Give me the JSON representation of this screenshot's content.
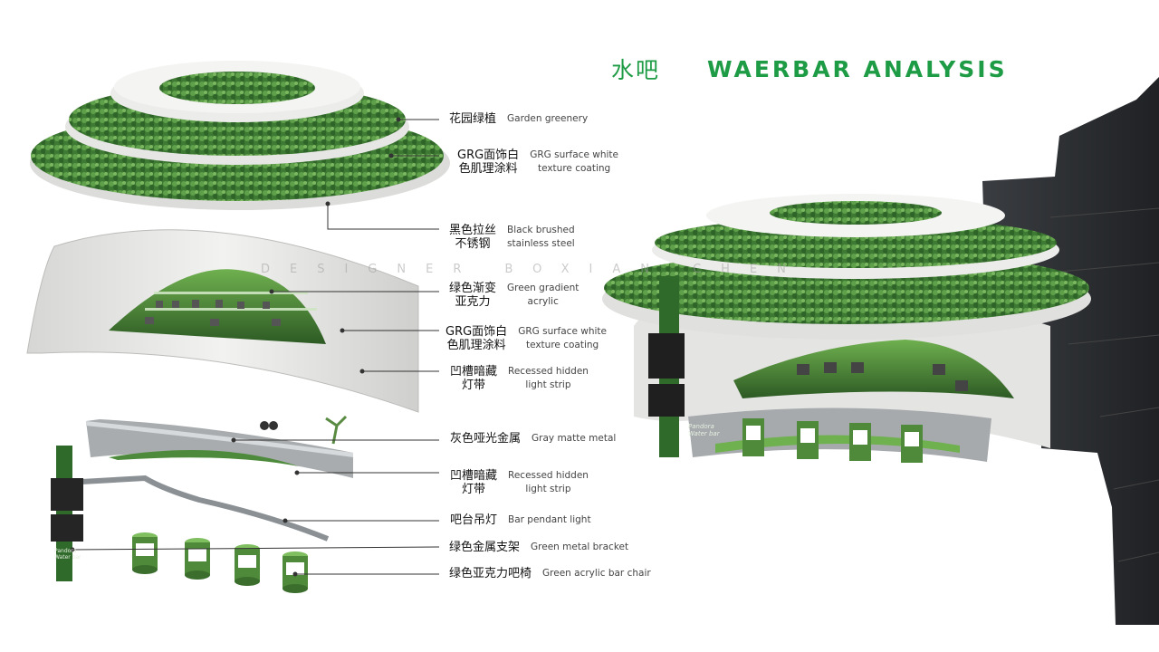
{
  "header": {
    "title_cn": "水吧",
    "title_en": "WAERBAR ANALYSIS"
  },
  "watermark": "DESIGNER BOXIAN CHEN",
  "labels": [
    {
      "cn": [
        "花园绿植"
      ],
      "en": [
        "Garden greenery"
      ]
    },
    {
      "cn": [
        "GRG面饰白",
        "色肌理涂料"
      ],
      "en": [
        "GRG surface white",
        "texture coating"
      ]
    },
    {
      "cn": [
        "黑色拉丝",
        "不锈钢"
      ],
      "en": [
        "Black brushed",
        "stainless steel"
      ]
    },
    {
      "cn": [
        "绿色渐变",
        "亚克力"
      ],
      "en": [
        "Green gradient",
        "acrylic"
      ]
    },
    {
      "cn": [
        "GRG面饰白",
        "色肌理涂料"
      ],
      "en": [
        "GRG surface white",
        "texture coating"
      ]
    },
    {
      "cn": [
        "凹槽暗藏",
        "灯带"
      ],
      "en": [
        "Recessed hidden",
        "light strip"
      ]
    },
    {
      "cn": [
        "灰色哑光金属"
      ],
      "en": [
        "Gray matte metal"
      ]
    },
    {
      "cn": [
        "凹槽暗藏",
        "灯带"
      ],
      "en": [
        "Recessed hidden",
        "light strip"
      ]
    },
    {
      "cn": [
        "吧台吊灯"
      ],
      "en": [
        "Bar pendant light"
      ]
    },
    {
      "cn": [
        "绿色金属支架"
      ],
      "en": [
        "Green metal bracket"
      ]
    },
    {
      "cn": [
        "绿色亚克力吧椅"
      ],
      "en": [
        "Green acrylic bar chair"
      ]
    }
  ],
  "signage": {
    "brand": "Pandora",
    "sub": "Water bar"
  },
  "colors": {
    "accent": "#1e9b45",
    "greenery": "#3e7a34",
    "acrylic": "#4f8a3a",
    "grg_white": "#e8e8e6",
    "dark_steel": "#2c2f33"
  }
}
